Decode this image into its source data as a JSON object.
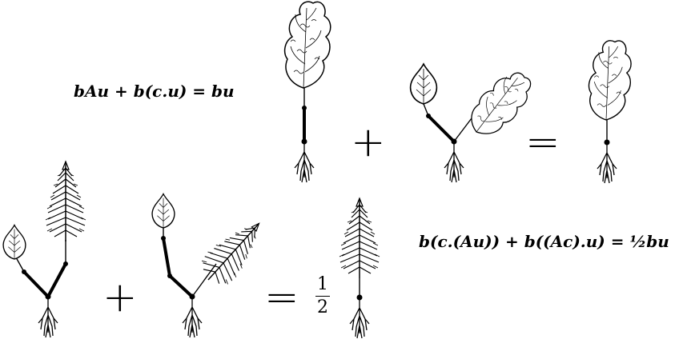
{
  "equations": {
    "top": "bAu + b(c.u) = bu",
    "bottom": "b(c.(Au)) + b((Ac).u) = ½bu"
  },
  "operators": {
    "plus": "+",
    "equals": "="
  },
  "fraction": {
    "numerator": "1",
    "denominator": "2"
  }
}
